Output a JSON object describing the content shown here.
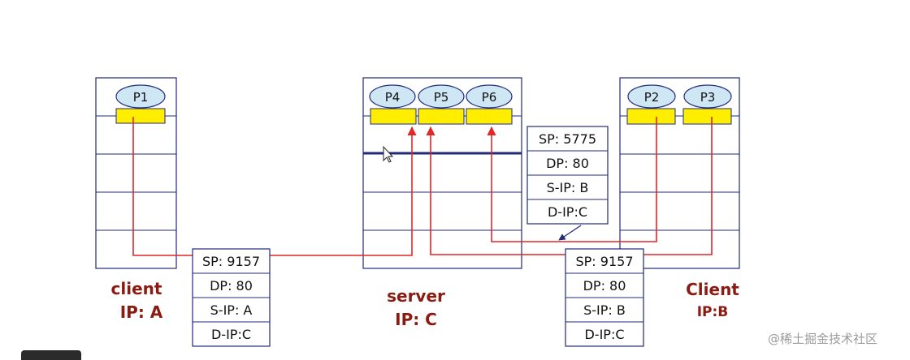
{
  "colors": {
    "host_border": "#1f2a7a",
    "layer_line": "#1f2a7a",
    "process_fill": "#cfe7f5",
    "socket_fill": "#ffee00",
    "path_color": "#e32626",
    "label_color": "#8b1a10"
  },
  "hosts": {
    "client_a": {
      "processes": [
        "P1"
      ],
      "label_line1": "client",
      "label_line2": "IP: A"
    },
    "server_c": {
      "processes": [
        "P4",
        "P5",
        "P6"
      ],
      "label_line1": "server",
      "label_line2": "IP: C"
    },
    "client_b": {
      "processes": [
        "P2",
        "P3"
      ],
      "label_line1": "Client",
      "label_line2": "IP:B"
    }
  },
  "headers": {
    "from_a": [
      "SP: 9157",
      "DP: 80",
      "S-IP: A",
      "D-IP:C"
    ],
    "from_b_top": [
      "SP: 5775",
      "DP: 80",
      "S-IP: B",
      "D-IP:C"
    ],
    "from_b_bottom": [
      "SP: 9157",
      "DP: 80",
      "S-IP: B",
      "D-IP:C"
    ]
  },
  "watermark": "@稀土掘金技术社区",
  "icons": [
    "mouse-cursor-icon"
  ]
}
